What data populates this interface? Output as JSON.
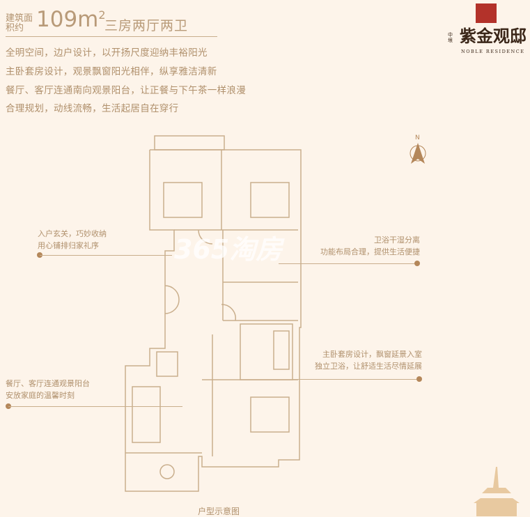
{
  "header": {
    "area_label": "建筑面积约",
    "area_value": "109m",
    "area_unit_sup": "2",
    "layout_type": "三房两厅两卫"
  },
  "features": [
    "全明空间，边户设计，以开扬尺度迎纳丰裕阳光",
    "主卧套房设计，观景飘窗阳光相伴，纵享雅洁清新",
    "餐厅、客厅连通南向观景阳台，让正餐与下午茶一样浪漫",
    "合理规划，动线流畅，生活起居自在穿行"
  ],
  "logo": {
    "small_text": "中垠",
    "name": "紫金观邸",
    "english": "NOBLE RESIDENCE"
  },
  "notes": {
    "entry": [
      "入户玄关，巧妙收纳",
      "用心铺排归家礼序"
    ],
    "living": [
      "餐厅、客厅连通观景阳台",
      "安放家庭的温馨时刻"
    ],
    "bath": [
      "卫浴干湿分离",
      "功能布局合理，提供生活便捷"
    ],
    "master": [
      "主卧套房设计，飘窗延景入室",
      "独立卫浴，让舒适生活尽情延展"
    ]
  },
  "compass_label": "N",
  "watermark": "365淘房",
  "caption": "户型示意图",
  "colors": {
    "background": "#fdf4ea",
    "text": "#b0906c",
    "line": "#c9ae8c",
    "dot": "#b4875a",
    "seal": "#b3322a"
  }
}
